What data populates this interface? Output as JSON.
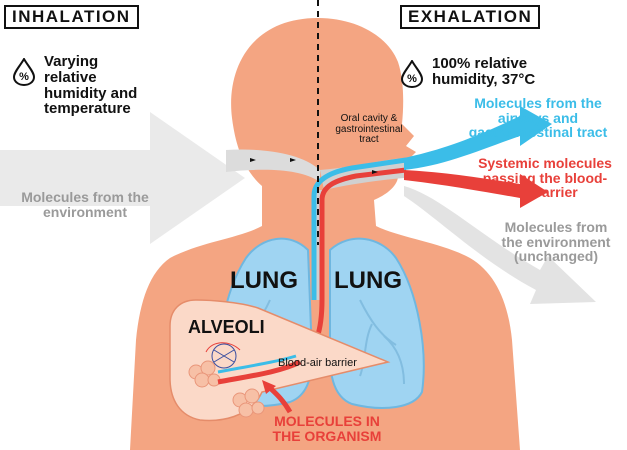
{
  "inhalation": {
    "title": "INHALATION",
    "condition_lines": [
      "Varying",
      "relative",
      "humidity and",
      "temperature"
    ]
  },
  "exhalation": {
    "title": "EXHALATION",
    "condition_lines": [
      "100% relative",
      "humidity, 37°C"
    ]
  },
  "labels": {
    "oral_cavity_lines": [
      "Oral cavity &",
      "gastrointestinal",
      "tract"
    ],
    "env_in_lines": [
      "Molecules from the",
      "environment"
    ],
    "airways_lines": [
      "Molecules from the",
      "airways and",
      "gastrointestinal tract"
    ],
    "systemic_lines": [
      "Systemic molecules",
      "passing the blood-",
      "air barrier"
    ],
    "env_out_lines": [
      "Molecules from",
      "the environment",
      "(unchanged)"
    ],
    "lung_left": "LUNG",
    "lung_right": "LUNG",
    "alveoli": "ALVEOLI",
    "blood_air_barrier": "Blood-air barrier",
    "organism_lines": [
      "MOLECULES IN",
      "THE ORGANISM"
    ]
  },
  "colors": {
    "body": "#f4a582",
    "lung": "#9fd4f2",
    "blue_arrow": "#3bbde8",
    "red_arrow": "#e8403a",
    "grey_arrow": "#d9d9d9",
    "grey_text": "#9a9a9a",
    "alveoli_fill": "#fbd9c8"
  },
  "icons": {
    "inhale_humidity": "humidity-drop-percent-icon",
    "exhale_humidity": "humidity-drop-percent-icon"
  }
}
